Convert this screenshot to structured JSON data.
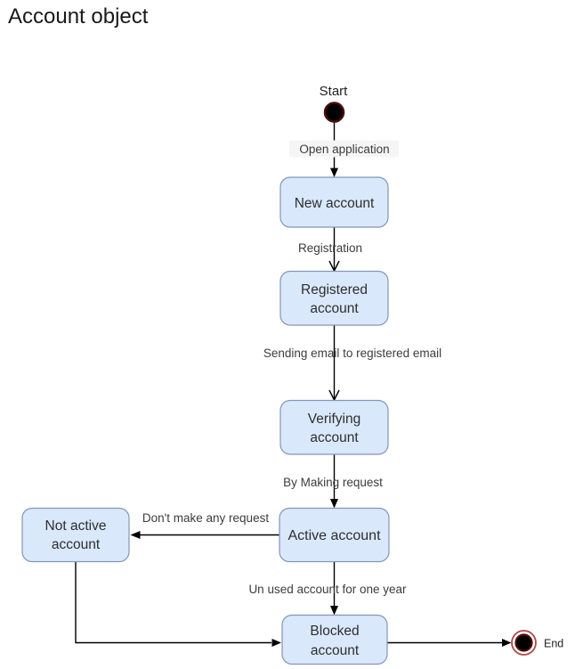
{
  "title": "Account object",
  "colors": {
    "background": "#ffffff",
    "state_fill": "#dae8fc",
    "state_border": "#8296b8",
    "edge_line": "#000000",
    "start_node_fill": "#000000",
    "start_node_border": "#4f0b0b",
    "end_node_ring": "#b34745"
  },
  "diagram": {
    "start": {
      "label": "Start"
    },
    "end": {
      "label": "End"
    },
    "states": {
      "new_account": {
        "label": "New account"
      },
      "registered_account": {
        "line1": "Registered",
        "line2": "account"
      },
      "verifying_account": {
        "line1": "Verifying",
        "line2": "account"
      },
      "active_account": {
        "label": "Active account"
      },
      "not_active_account": {
        "line1": "Not active",
        "line2": "account"
      },
      "blocked_account": {
        "line1": "Blocked",
        "line2": "account"
      }
    },
    "transitions": {
      "open_application": {
        "label": "Open application",
        "from": "Start",
        "to": "New account"
      },
      "registration": {
        "label": "Registration",
        "from": "New account",
        "to": "Registered account"
      },
      "sending_email": {
        "label": "Sending email to registered email",
        "from": "Registered account",
        "to": "Verifying account"
      },
      "by_making_request": {
        "label": "By Making request",
        "from": "Verifying account",
        "to": "Active account"
      },
      "dont_make_any_request": {
        "label": "Don't make any request",
        "from": "Active account",
        "to": "Not active account"
      },
      "unused_account": {
        "label": "Un used account for one year",
        "from": "Active account",
        "to": "Blocked account"
      },
      "not_active_to_blocked": {
        "label": "",
        "from": "Not active account",
        "to": "Blocked account"
      },
      "blocked_to_end": {
        "label": "",
        "from": "Blocked account",
        "to": "End"
      }
    }
  }
}
